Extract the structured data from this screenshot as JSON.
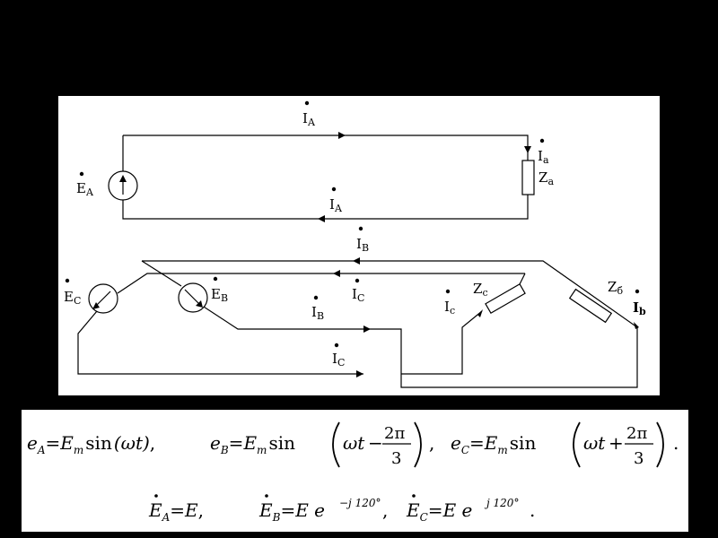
{
  "diagram": {
    "current_A": "I",
    "current_A_sub": "A",
    "current_a": "I",
    "current_a_sub": "a",
    "emf_A": "E",
    "emf_A_sub": "A",
    "imp_a": "Z",
    "imp_a_sub": "a",
    "current_A_return": "I",
    "current_A_return_sub": "A",
    "current_B_top": "I",
    "current_B_top_sub": "B",
    "emf_C": "E",
    "emf_C_sub": "C",
    "emf_B": "E",
    "emf_B_sub": "B",
    "current_C_mid": "I",
    "current_C_mid_sub": "C",
    "imp_c": "Z",
    "imp_c_sub": "c",
    "imp_b": "Z",
    "imp_b_sub": "б",
    "current_c": "I",
    "current_c_sub": "c",
    "current_b": "I",
    "current_b_sub": "b",
    "current_B_bottom": "I",
    "current_B_bottom_sub": "B",
    "current_C_bottom": "I",
    "current_C_bottom_sub": "C"
  },
  "formulas": {
    "line1": {
      "eA": "e",
      "eA_sub": "A",
      "eq": "=",
      "Em": "E",
      "Em_sub": "m",
      "sin": "sin",
      "omega_t": "(ωt)",
      "comma": ",",
      "eB": "e",
      "eB_sub": "B",
      "minus": "−",
      "two_pi": "2π",
      "three": "3",
      "eC": "e",
      "eC_sub": "C",
      "plus": "+",
      "period": ".",
      "omega_t_open": "ωt"
    },
    "line2": {
      "EA": "E",
      "EA_sub": "A",
      "E": "E",
      "EB": "E",
      "EB_sub": "B",
      "Ee": "E e",
      "exp_B": "−j 120°",
      "EC": "E",
      "EC_sub": "C",
      "exp_C": "j 120°"
    }
  }
}
